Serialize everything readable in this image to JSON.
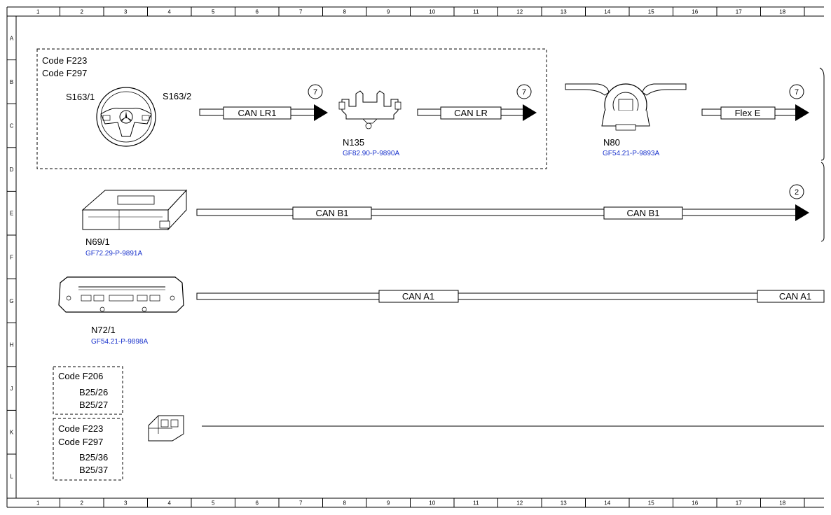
{
  "ruler": {
    "columns": [
      "1",
      "2",
      "3",
      "4",
      "5",
      "6",
      "7",
      "8",
      "9",
      "10",
      "11",
      "12",
      "13",
      "14",
      "15",
      "16",
      "17",
      "18"
    ],
    "rows": [
      "A",
      "B",
      "C",
      "D",
      "E",
      "F",
      "G",
      "H",
      "J",
      "K",
      "L"
    ]
  },
  "groups": {
    "steering_group": {
      "codes": [
        "Code F223",
        "Code F297"
      ]
    },
    "group_f206": {
      "code": "Code F206",
      "parts": [
        "B25/26",
        "B25/27"
      ]
    },
    "group_f223": {
      "codes": [
        "Code F223",
        "Code F297"
      ],
      "parts": [
        "B25/36",
        "B25/37"
      ]
    }
  },
  "components": {
    "s163_1": {
      "label": "S163/1"
    },
    "s163_2": {
      "label": "S163/2"
    },
    "n135": {
      "label": "N135",
      "ref": "GF82.90-P-9890A"
    },
    "n80": {
      "label": "N80",
      "ref": "GF54.21-P-9893A"
    },
    "n69_1": {
      "label": "N69/1",
      "ref": "GF72.29-P-9891A"
    },
    "n72_1": {
      "label": "N72/1",
      "ref": "GF54.21-P-9898A"
    }
  },
  "buses": {
    "can_lr1": {
      "label": "CAN LR1",
      "ref": "7"
    },
    "can_lr": {
      "label": "CAN LR",
      "ref": "7"
    },
    "flex_e": {
      "label": "Flex E",
      "ref": "7"
    },
    "can_b1_a": {
      "label": "CAN B1"
    },
    "can_b1_b": {
      "label": "CAN B1",
      "ref": "2"
    },
    "can_a1_a": {
      "label": "CAN A1"
    },
    "can_a1_b": {
      "label": "CAN A1"
    }
  }
}
